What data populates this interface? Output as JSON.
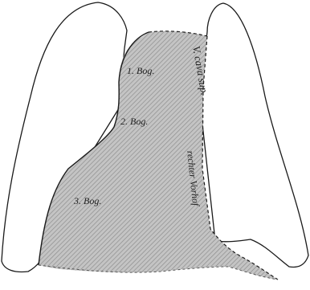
{
  "figure": {
    "labels": {
      "arch_1": "1. Bog.",
      "arch_2": "2. Bog.",
      "arch_3": "3. Bog.",
      "vena_cava": "V. cava sup.",
      "right_atrium": "rechter Vorhof"
    },
    "colors": {
      "outline": "#1a1a1a",
      "shade": "#bdbdbd",
      "hatch": "#7a7a7a",
      "background": "#ffffff"
    }
  }
}
